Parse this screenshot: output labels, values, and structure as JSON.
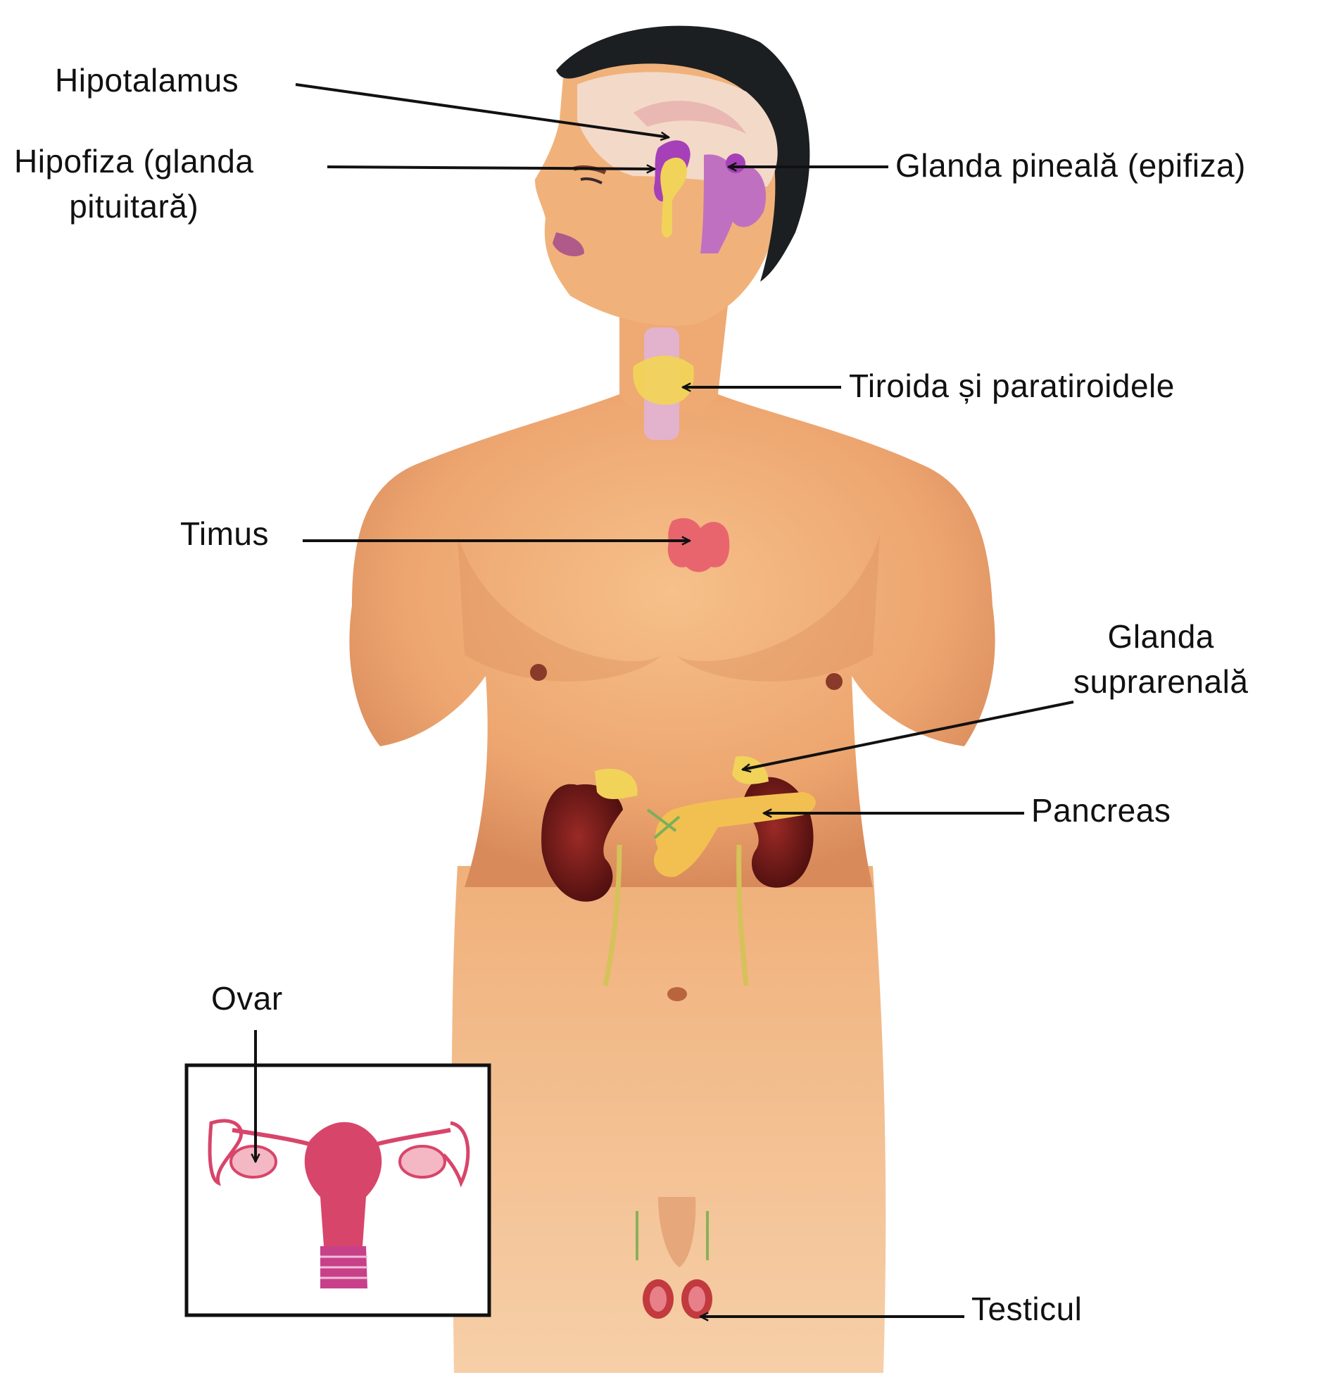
{
  "labels": {
    "hipotalamus": "Hipotalamus",
    "hipofiza_line1": "Hipofiza (glanda",
    "hipofiza_line2": "pituitară)",
    "pineala": "Glanda pineală (epifiza)",
    "tiroida": "Tiroida și paratiroidele",
    "timus": "Timus",
    "suprarenala_line1": "Glanda",
    "suprarenala_line2": "suprarenală",
    "pancreas": "Pancreas",
    "ovar": "Ovar",
    "testicul": "Testicul"
  },
  "colors": {
    "skin": "#f2b27c",
    "skin_shadow": "#d98c5a",
    "hair": "#1c1f22",
    "brain": "#f3d9c8",
    "gland_purple": "#a640b8",
    "gland_yellow": "#f1d35a",
    "thymus": "#e8656e",
    "kidney": "#6b1a18",
    "uterus": "#d8456a",
    "leader": "#111111"
  }
}
